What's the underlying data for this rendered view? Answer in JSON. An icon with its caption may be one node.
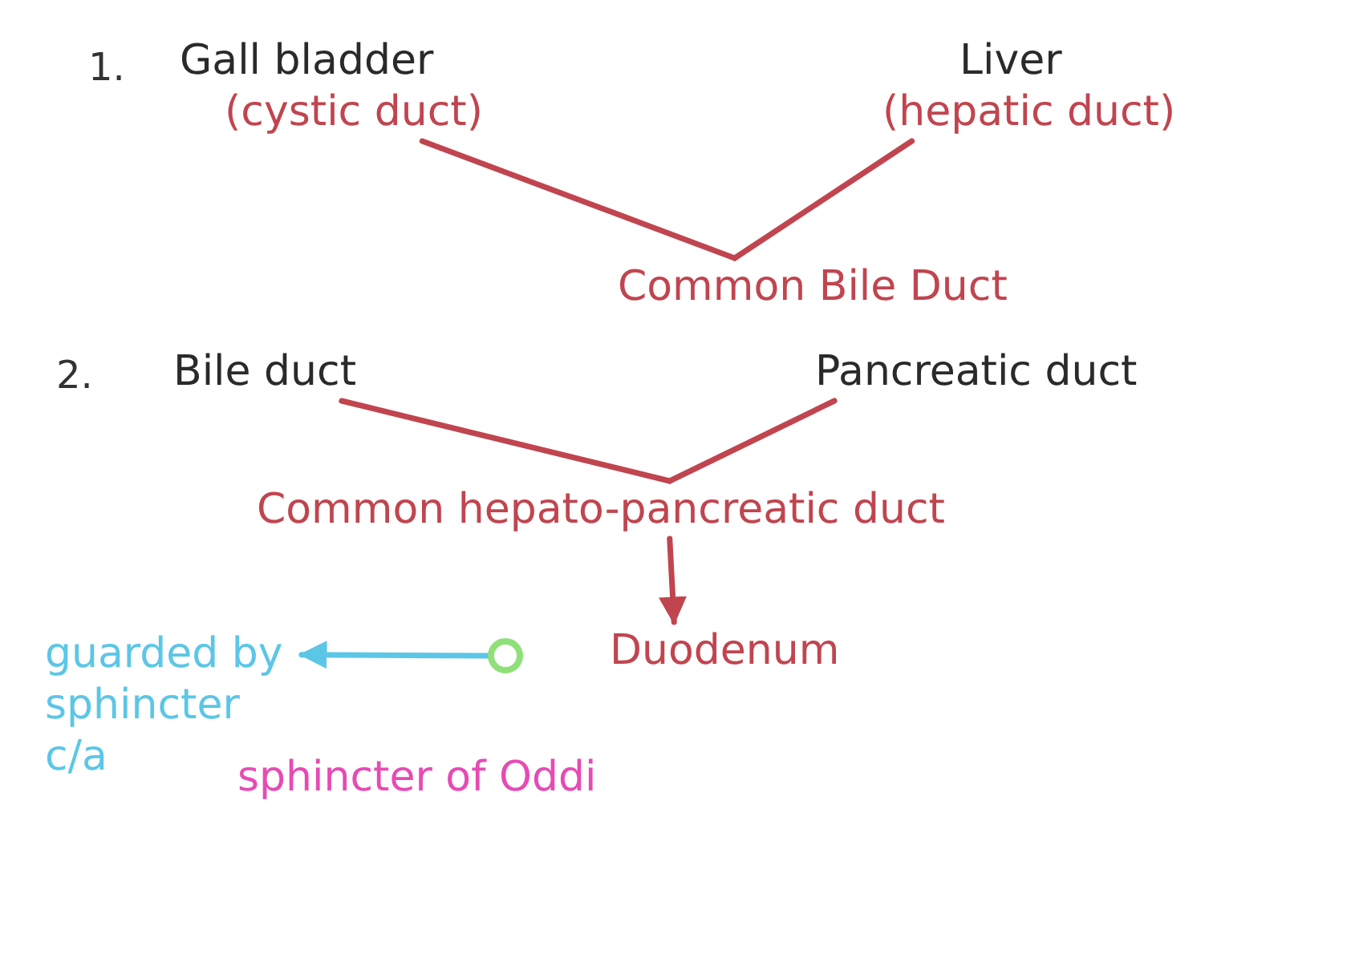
{
  "diagram": {
    "nodes": [
      {
        "text": [
          "Gall bladder",
          "(cystic duct)"
        ]
      },
      {
        "text": [
          "Liver",
          "(hepatic duct)"
        ]
      },
      {
        "text": [
          "Common Bile Duct"
        ]
      },
      {
        "text": [
          "Bile duct"
        ]
      },
      {
        "text": [
          "Pancreatic duct"
        ]
      },
      {
        "text": [
          "Common hepato-pancreatic duct"
        ]
      },
      {
        "text": [
          "Duodenum"
        ]
      },
      {
        "text": [],
        "shape": "circle"
      },
      {
        "text": [
          "guarded by sphincter c/a"
        ],
        "beside": [
          "sphincter of Oddi"
        ]
      }
    ],
    "edges": [
      {
        "from": 0,
        "to": 2,
        "arrow": "none"
      },
      {
        "from": 1,
        "to": 2,
        "arrow": "none"
      },
      {
        "from": 3,
        "to": 5,
        "arrow": "none"
      },
      {
        "from": 4,
        "to": 5,
        "arrow": "none"
      },
      {
        "from": 5,
        "to": 6,
        "arrow": "to"
      },
      {
        "from": 7,
        "to": 8,
        "arrow": "to",
        "color": "#5cc6e6"
      }
    ],
    "labels": [
      "1.",
      "2."
    ]
  }
}
